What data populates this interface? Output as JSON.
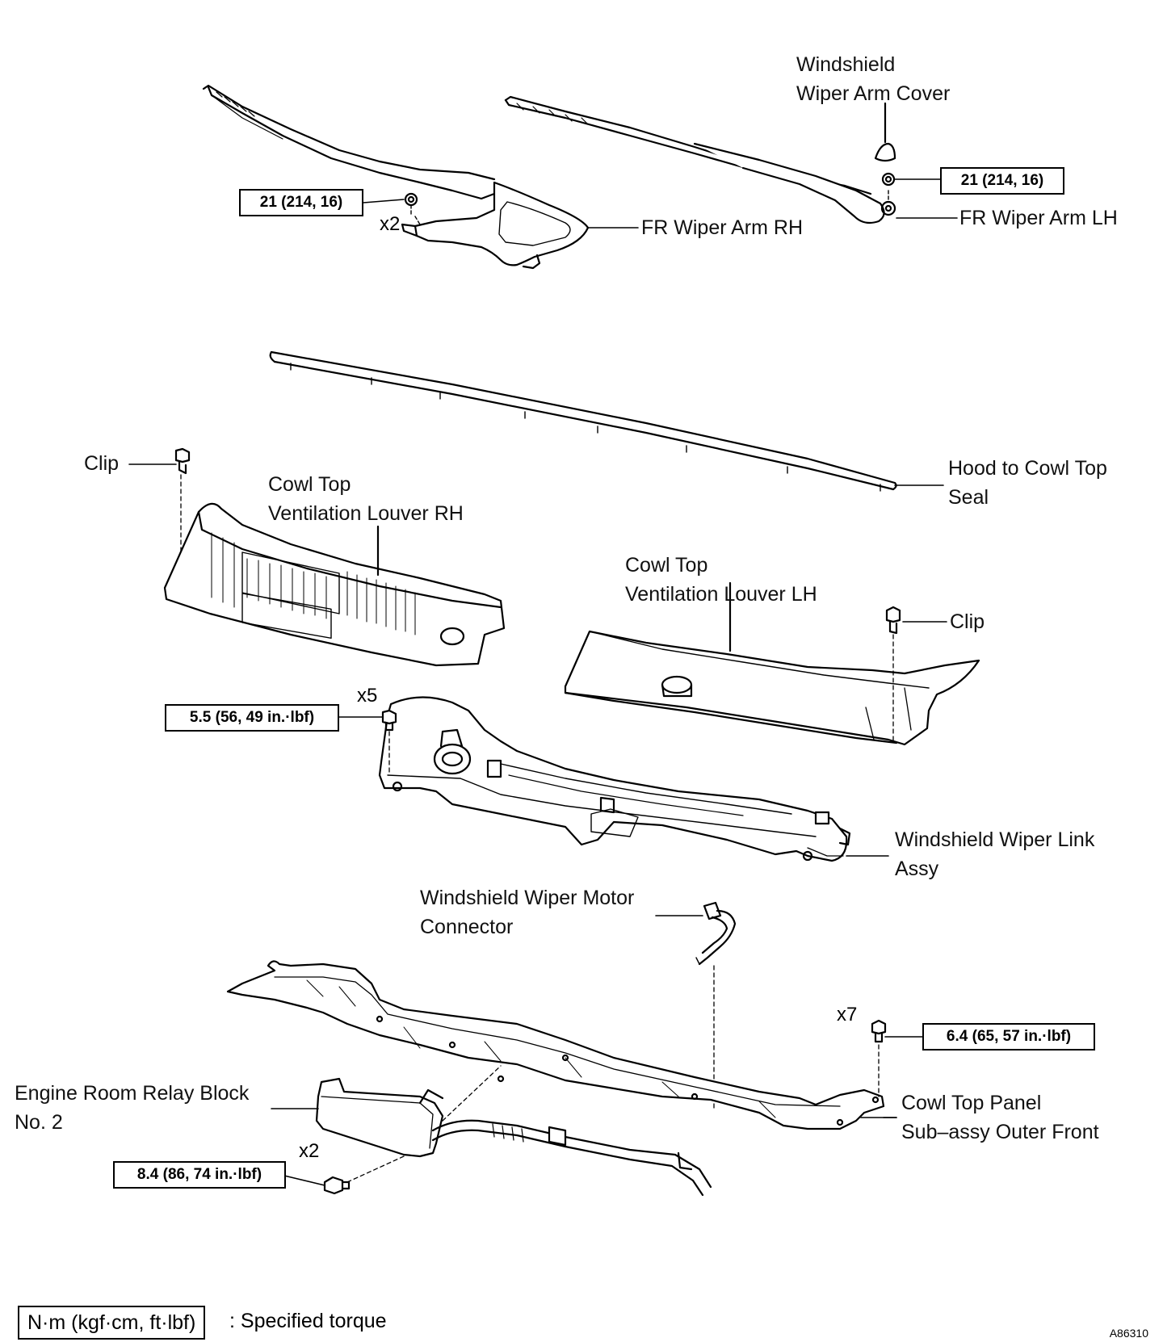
{
  "parts": {
    "arm_cover": [
      "Windshield",
      "Wiper Arm Cover"
    ],
    "arm_rh": "FR Wiper Arm RH",
    "arm_lh": "FR Wiper Arm LH",
    "hood_seal": [
      "Hood to Cowl Top",
      "Seal"
    ],
    "clip": "Clip",
    "louver_rh": [
      "Cowl Top",
      "Ventilation Louver RH"
    ],
    "louver_lh": [
      "Cowl Top",
      "Ventilation Louver LH"
    ],
    "link_assy": [
      "Windshield Wiper Link",
      "Assy"
    ],
    "motor_connector": [
      "Windshield Wiper Motor",
      "Connector"
    ],
    "relay_block": [
      "Engine Room Relay Block",
      "No. 2"
    ],
    "cowl_panel": [
      "Cowl Top Panel",
      "Sub–assy Outer Front"
    ]
  },
  "torques": {
    "arm_rh": "21 (214, 16)",
    "arm_lh": "21 (214, 16)",
    "link": "5.5 (56, 49 in.·lbf)",
    "panel": "6.4 (65, 57 in.·lbf)",
    "relay": "8.4 (86, 74 in.·lbf)"
  },
  "counts": {
    "arm_rh": "x2",
    "link": "x5",
    "panel": "x7",
    "relay": "x2"
  },
  "legend": {
    "unit": "N·m (kgf·cm, ft·lbf)",
    "text": ": Specified torque"
  },
  "figure_code": "A86310"
}
